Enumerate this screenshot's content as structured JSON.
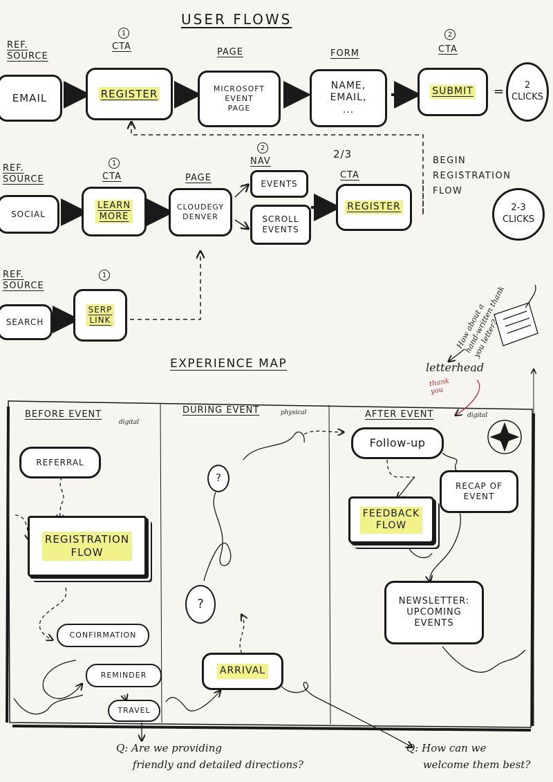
{
  "user_flows": {
    "title": "USER FLOWS",
    "flow1": {
      "ref_source": "REF.\nSOURCE",
      "cta_num": "1",
      "cta_head": "CTA",
      "page_head": "PAGE",
      "form_head": "FORM",
      "cta2_num": "2",
      "cta2_head": "CTA",
      "source": "EMAIL",
      "register": "REGISTER",
      "page": "MICROSOFT\nEVENT\nPAGE",
      "form": "NAME,\nEMAIL,\n...",
      "submit": "SUBMIT",
      "equals": "=",
      "clicks": "2\nCLICKS"
    },
    "flow2": {
      "ref_source": "REF.\nSOURCE",
      "cta_num": "1",
      "cta_head": "CTA",
      "page_head": "PAGE",
      "nav_num": "2",
      "nav_head": "NAV",
      "cta2_num": "2/3",
      "cta2_head": "CTA",
      "source": "SOCIAL",
      "learn_more": "LEARN\nMORE",
      "page": "CLOUDEGY\nDENVER",
      "nav1": "EVENTS",
      "nav2": "SCROLL\nEVENTS",
      "register": "REGISTER",
      "begin": "BEGIN\nREGISTRATION\nFLOW",
      "clicks": "2-3\nCLICKS"
    },
    "flow3": {
      "ref_source": "REF.\nSOURCE",
      "cta_num": "1",
      "source": "SEARCH",
      "serp": "SERP\nLINK"
    }
  },
  "experience_map": {
    "title": "EXPERIENCE MAP",
    "col_before": "BEFORE EVENT",
    "col_before_tag": "digital",
    "col_during": "DURING EVENT",
    "col_during_tag": "physical",
    "col_after": "AFTER EVENT",
    "col_after_tag": "digital",
    "before": {
      "referral": "REFERRAL",
      "registration": "REGISTRATION\nFLOW",
      "confirmation": "CONFIRMATION",
      "reminder": "REMINDER",
      "travel": "TRAVEL"
    },
    "during": {
      "q1": "?",
      "q2": "?",
      "arrival": "ARRIVAL"
    },
    "after": {
      "follow_up": "Follow-up",
      "recap": "RECAP OF\nEVENT",
      "feedback": "FEEDBACK\nFLOW",
      "newsletter": "NEWSLETTER:\nUPCOMING\nEVENTS"
    },
    "q_directions": "Q: Are we providing\n     friendly and detailed directions?",
    "q_welcome": "Q: How can we\n     welcome them best?"
  },
  "annotations": {
    "letterhead": "letterhead",
    "thank_you": "thank\nyou",
    "how_about": "How about a\nhand-written thank\nyou letter?"
  },
  "colors": {
    "ink": "#1a1a1a",
    "highlight": "#f2f28a",
    "paper": "#f7f5ef",
    "red_ink": "#b03040"
  }
}
